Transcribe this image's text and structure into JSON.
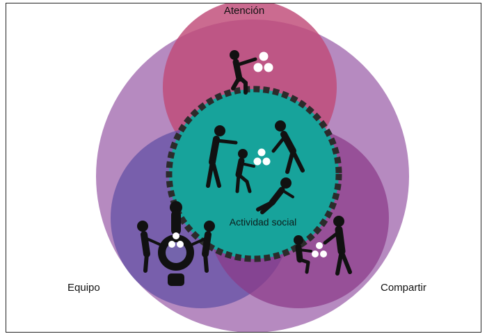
{
  "labels": {
    "top": "Atención",
    "left": "Equipo",
    "right": "Compartir",
    "center": "Actividad social"
  },
  "colors": {
    "outer_circle": "#b68ac0",
    "atencion_circle": "#c04a78",
    "equipo_circle": "#7464ac",
    "compartir_circle": "#97478f",
    "center_circle": "#17a39b",
    "dashed_ring": "#2b2b2b",
    "figures": "#111111",
    "tokens": "#ffffff"
  },
  "icons": [
    "person-reaching-icon",
    "group-activity-icon",
    "team-table-icon",
    "sharing-icon",
    "tokens-icon"
  ]
}
